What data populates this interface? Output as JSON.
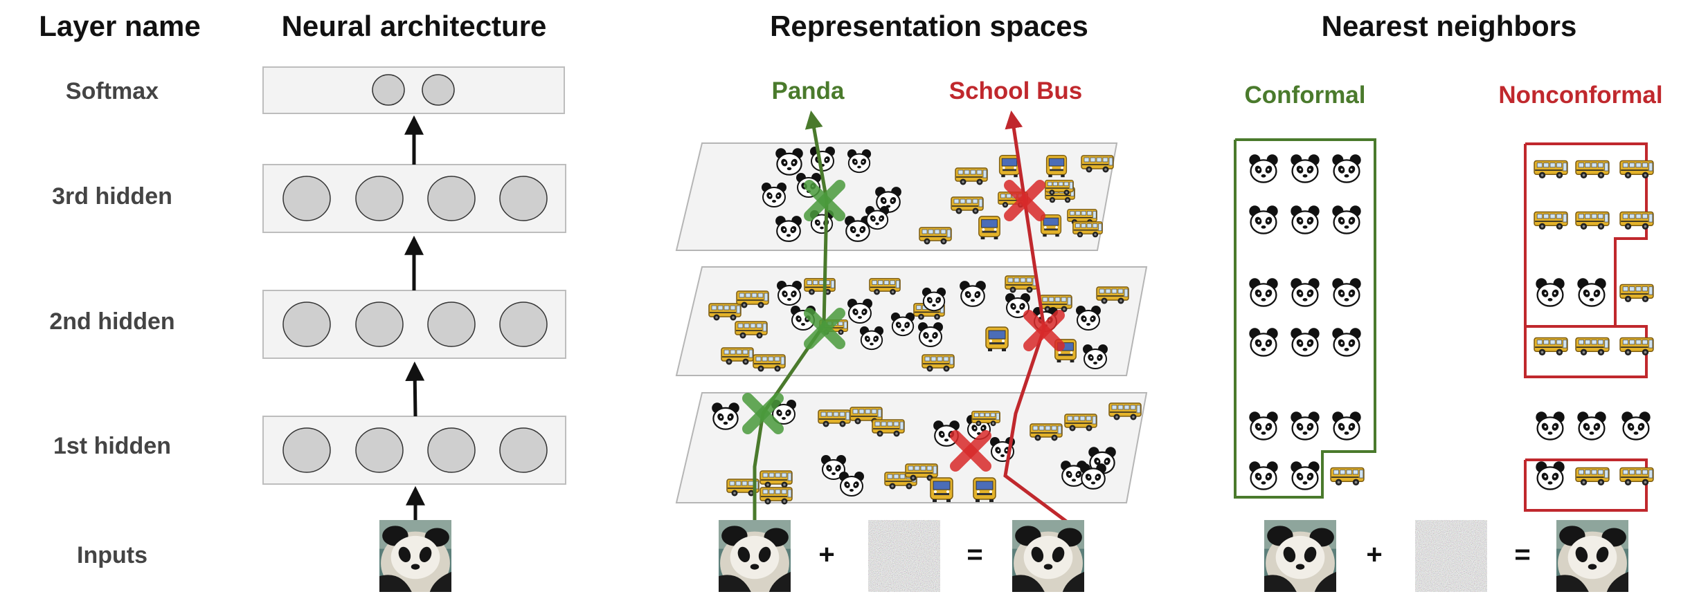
{
  "headers": {
    "layer_name": "Layer name",
    "architecture": "Neural architecture",
    "representation": "Representation spaces",
    "neighbors": "Nearest neighbors"
  },
  "layers": [
    "Softmax",
    "3rd hidden",
    "2nd hidden",
    "1st hidden",
    "Inputs"
  ],
  "classes": {
    "panda": "Panda",
    "bus": "School Bus"
  },
  "neighbor_labels": {
    "conformal": "Conformal",
    "nonconformal": "Nonconformal"
  },
  "ops": {
    "plus": "+",
    "equals": "="
  },
  "colors": {
    "green": "#4a7a2c",
    "red": "#c0282d",
    "plane": "#f3f3f3",
    "neuron": "#cfcfcf"
  },
  "neighbors": {
    "conformal": [
      [
        "panda",
        "panda",
        "panda"
      ],
      [
        "panda",
        "panda",
        "panda"
      ],
      [
        "panda",
        "panda",
        "panda"
      ],
      [
        "panda",
        "panda",
        "panda"
      ],
      [
        "panda",
        "panda",
        "panda"
      ],
      [
        "panda",
        "panda",
        "bus"
      ]
    ],
    "nonconformal": [
      [
        "bus",
        "bus",
        "bus"
      ],
      [
        "bus",
        "bus",
        "bus"
      ],
      [
        "panda",
        "panda",
        "bus"
      ],
      [
        "bus",
        "bus",
        "bus"
      ],
      [
        "panda",
        "panda",
        "panda"
      ],
      [
        "panda",
        "bus",
        "bus"
      ]
    ]
  }
}
